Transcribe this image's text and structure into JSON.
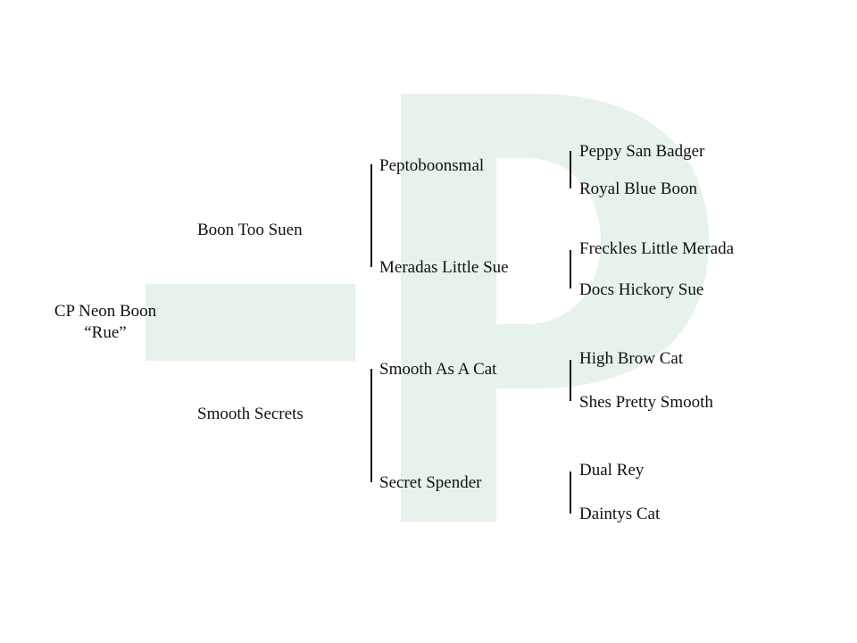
{
  "subject": {
    "name": "CP Neon Boon",
    "nickname": "“Rue”"
  },
  "sire": {
    "name": "Boon Too Suen",
    "sire": {
      "name": "Peptoboonsmal",
      "sire": "Peppy San Badger",
      "dam": "Royal Blue Boon"
    },
    "dam": {
      "name": "Meradas Little Sue",
      "sire": "Freckles Little Merada",
      "dam": "Docs Hickory Sue"
    }
  },
  "dam": {
    "name": "Smooth Secrets",
    "sire": {
      "name": "Smooth As A Cat",
      "sire": "High Brow Cat",
      "dam": "Shes Pretty Smooth"
    },
    "dam": {
      "name": "Secret Spender",
      "sire": "Dual Rey",
      "dam": "Daintys Cat"
    }
  },
  "watermark": {
    "icon": "letter-p-with-dash-watermark",
    "color": "#e6f2ea"
  }
}
